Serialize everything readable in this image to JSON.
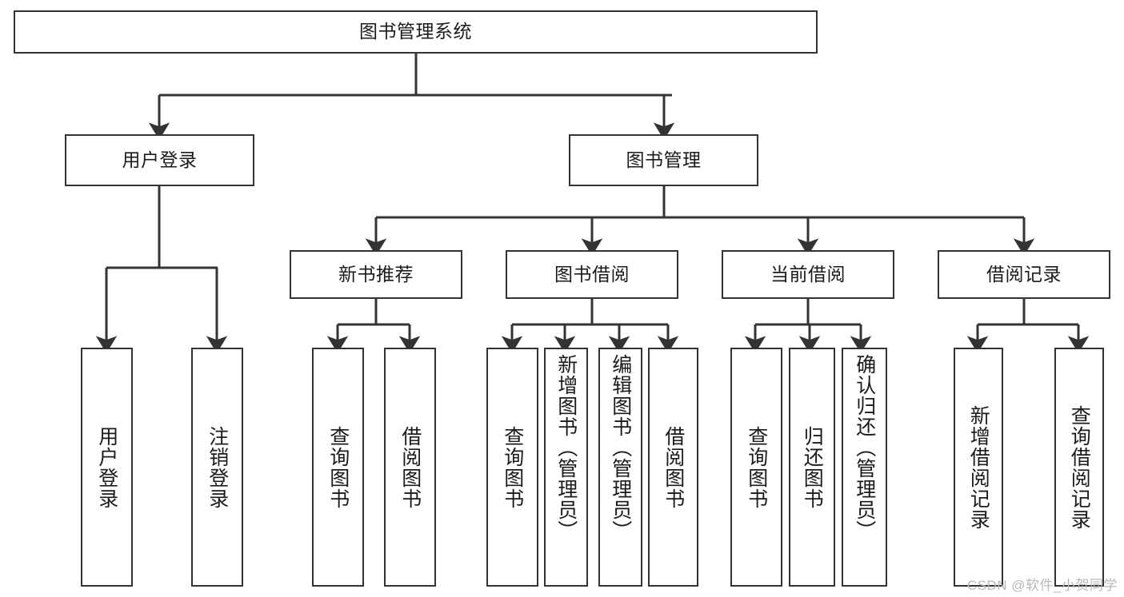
{
  "diagram": {
    "title": "图书管理系统",
    "type": "tree",
    "watermark": "CSDN @软件_小贺同学",
    "colors": {
      "border": "#333333",
      "background": "#ffffff",
      "text": "#1b1b1b",
      "watermark": "#b9b9b9"
    },
    "nodes": {
      "root": {
        "label": "图书管理系统",
        "level": 0
      },
      "l1": [
        {
          "id": "user-login",
          "label": "用户登录",
          "level": 1
        },
        {
          "id": "book-manage",
          "label": "图书管理",
          "level": 1
        }
      ],
      "l2": [
        {
          "id": "new-book-recommend",
          "label": "新书推荐",
          "level": 2,
          "parent": "book-manage"
        },
        {
          "id": "book-borrow",
          "label": "图书借阅",
          "level": 2,
          "parent": "book-manage"
        },
        {
          "id": "current-borrow",
          "label": "当前借阅",
          "level": 2,
          "parent": "book-manage"
        },
        {
          "id": "borrow-record",
          "label": "借阅记录",
          "level": 2,
          "parent": "book-manage"
        }
      ],
      "leaves": [
        {
          "id": "leaf-user-login",
          "label": "用户登录",
          "parent": "user-login"
        },
        {
          "id": "leaf-logout-login",
          "label": "注销登录",
          "parent": "user-login"
        },
        {
          "id": "leaf-query-book-1",
          "label": "查询图书",
          "parent": "new-book-recommend"
        },
        {
          "id": "leaf-borrow-book-1",
          "label": "借阅图书",
          "parent": "new-book-recommend"
        },
        {
          "id": "leaf-query-book-2",
          "label": "查询图书",
          "parent": "book-borrow"
        },
        {
          "id": "leaf-add-book",
          "label": "新增图书（管理员）",
          "parent": "book-borrow"
        },
        {
          "id": "leaf-edit-book",
          "label": "编辑图书（管理员）",
          "parent": "book-borrow"
        },
        {
          "id": "leaf-borrow-book-2",
          "label": "借阅图书",
          "parent": "book-borrow"
        },
        {
          "id": "leaf-query-book-3",
          "label": "查询图书",
          "parent": "current-borrow"
        },
        {
          "id": "leaf-return-book",
          "label": "归还图书",
          "parent": "current-borrow"
        },
        {
          "id": "leaf-confirm-return",
          "label": "确认归还（管理员）",
          "parent": "current-borrow"
        },
        {
          "id": "leaf-add-record",
          "label": "新增借阅记录",
          "parent": "borrow-record"
        },
        {
          "id": "leaf-query-record",
          "label": "查询借阅记录",
          "parent": "borrow-record"
        }
      ]
    }
  }
}
